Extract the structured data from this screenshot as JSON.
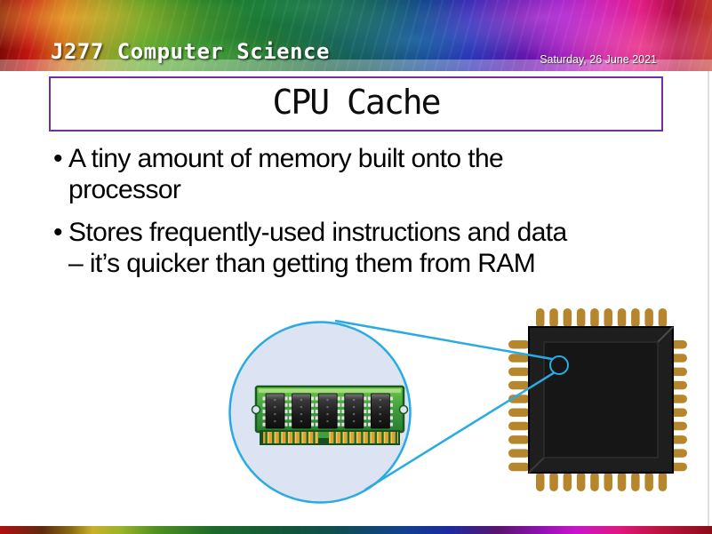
{
  "header": {
    "course_title": "J277 Computer Science",
    "date": "Saturday, 26 June 2021"
  },
  "slide": {
    "title": "CPU Cache",
    "bullet_char": "•",
    "bullets": [
      {
        "lines": [
          "A tiny amount of memory built onto the",
          "processor"
        ]
      },
      {
        "lines": [
          "Stores frequently-used instructions and data",
          "– it’s quicker than getting them from RAM"
        ]
      }
    ]
  },
  "illustration": {
    "accent_color": "#29ABE2",
    "magnifier_fill": "#DCE3F3",
    "ram": {
      "pcb_green": "#3F9E3F",
      "pin_gold": "#DCA12E",
      "chip_count": 5
    },
    "cpu": {
      "body_color": "#1E1E1E",
      "pin_color": "#B6862C"
    }
  },
  "theme": {
    "title_border": "#7030A0",
    "text_color": "#000000"
  }
}
